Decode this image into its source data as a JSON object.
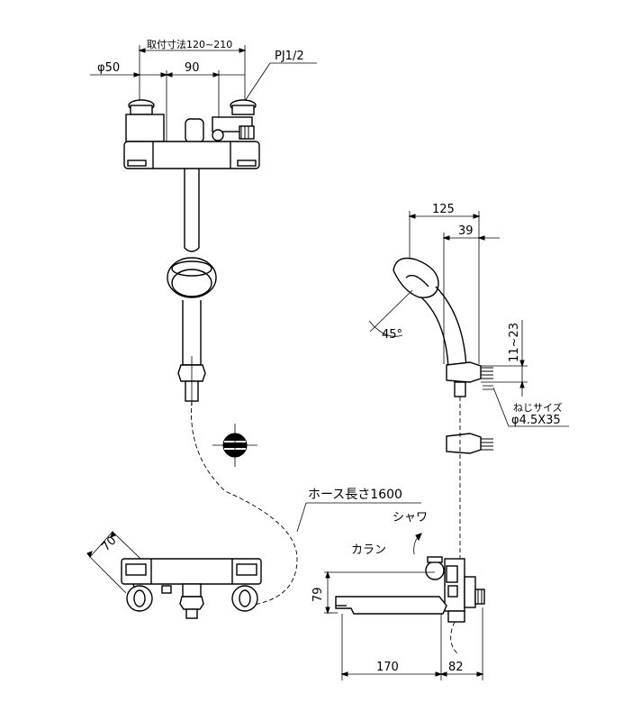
{
  "top_view": {
    "mount_label": "取付寸法120~210",
    "dia_label": "φ50",
    "pitch_label": "90",
    "pipe_label": "PJ1/2"
  },
  "side_view": {
    "head_width_label": "125",
    "offset_label": "39",
    "angle_label": "45°",
    "bracket_label": "11~23",
    "screw_title": "ねじサイズ",
    "screw_size": "φ4.5X35"
  },
  "bottom_view": {
    "hose_label": "ホース長さ1600",
    "shower_label": "シャワ",
    "spout_label": "カラン",
    "depth_label": "70",
    "height_label": "79",
    "spout_length_label": "170",
    "body_depth_label": "82"
  }
}
